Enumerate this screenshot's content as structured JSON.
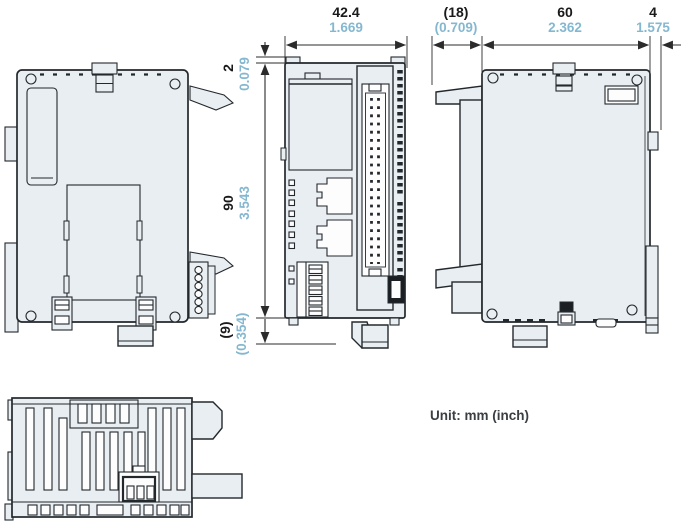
{
  "figure": {
    "unit_note": "Unit: mm (inch)"
  },
  "colors": {
    "line": "#23282d",
    "body_fill": "#e9eef3",
    "mm_text": "#1a1a1a",
    "inch_text": "#85b8d0",
    "background": "#ffffff"
  },
  "dimensions": {
    "top": [
      {
        "mm": "42.4",
        "inch": "1.669"
      },
      {
        "mm": "(18)",
        "inch": "(0.709)"
      },
      {
        "mm": "60",
        "inch": "2.362"
      },
      {
        "mm": "4",
        "inch": "1.575"
      }
    ],
    "left": [
      {
        "mm": "2",
        "inch": "0.079"
      },
      {
        "mm": "90",
        "inch": "3.543"
      },
      {
        "mm": "(9)",
        "inch": "(0.354)"
      }
    ]
  }
}
